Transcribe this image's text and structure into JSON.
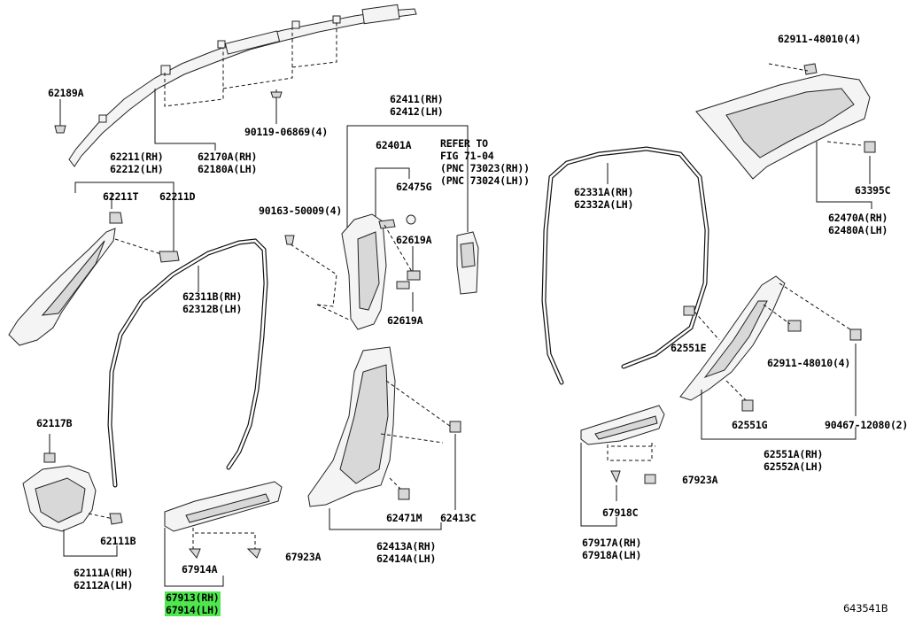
{
  "diagram_id": "643541B",
  "labels": {
    "l62189a": "62189A",
    "l90119": "90119-06869(4)",
    "l62170a": "62170A(RH)",
    "l62180a": "62180A(LH)",
    "l62211": "62211(RH)",
    "l62212": "62212(LH)",
    "l62211t": "62211T",
    "l62211d": "62211D",
    "l62311b": "62311B(RH)",
    "l62312b": "62312B(LH)",
    "l62117b": "62117B",
    "l62111b": "62111B",
    "l62111a": "62111A(RH)",
    "l62112a": "62112A(LH)",
    "l67913": "67913(RH)",
    "l67914": "67914(LH)",
    "l67914a": "67914A",
    "l67923a1": "67923A",
    "l62411": "62411(RH)",
    "l62412": "62412(LH)",
    "l62401a": "62401A",
    "l62475g": "62475G",
    "l62619a1": "62619A",
    "l62619a2": "62619A",
    "l90163": "90163-50009(4)",
    "lrefer1": "REFER TO",
    "lrefer2": "FIG 71-04",
    "lrefer3": "(PNC 73023(RH))",
    "lrefer4": "(PNC 73024(LH))",
    "l62471m": "62471M",
    "l62413c": "62413C",
    "l62413a": "62413A(RH)",
    "l62414a": "62414A(LH)",
    "l62331a": "62331A(RH)",
    "l62332a": "62332A(LH)",
    "l62911a": "62911-48010(4)",
    "l63395c": "63395C",
    "l62470a": "62470A(RH)",
    "l62480a": "62480A(LH)",
    "l62551e": "62551E",
    "l62911b": "62911-48010(4)",
    "l62551g": "62551G",
    "l90467": "90467-12080(2)",
    "l62551a": "62551A(RH)",
    "l62552a": "62552A(LH)",
    "l67918c": "67918C",
    "l67923a2": "67923A",
    "l67917a": "67917A(RH)",
    "l67918a": "67918A(LH)"
  }
}
